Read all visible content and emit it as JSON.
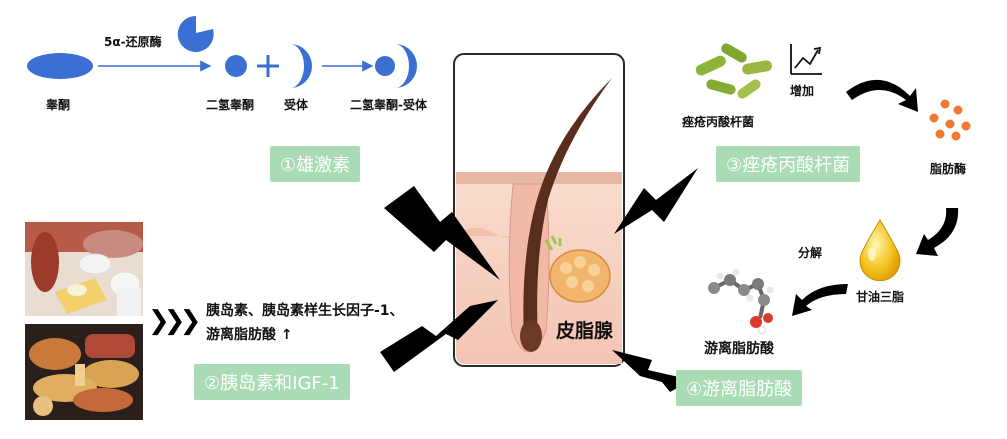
{
  "top_path": {
    "enzyme": "5α-还原酶",
    "testosterone": "睾酮",
    "dht": "二氢睾酮",
    "receptor": "受体",
    "complex": "二氢睾酮-受体",
    "plus": "+"
  },
  "acne_path": {
    "bacteria": "痤疮丙酸杆菌",
    "increase": "增加",
    "lipase": "脂肪酶",
    "triglyceride": "甘油三脂",
    "decompose": "分解",
    "ffa": "游离脂肪酸"
  },
  "insulin_text": {
    "line1": "胰岛素、胰岛素样生长因子-1、",
    "line2": "游离脂肪酸 ↑"
  },
  "sebaceous_gland": "皮脂腺",
  "factors": {
    "f1": "①雄激素",
    "f2": "②胰岛素和IGF-1",
    "f3": "③痤疮丙酸杆菌",
    "f4": "④游离脂肪酸"
  },
  "chevrons": "❯❯❯",
  "colors": {
    "blue": "#3b6fd4",
    "tag_green": "#a9dcb5",
    "skin": "#f6d1c4",
    "hair": "#5a2e1c",
    "gland": "#f2b56b",
    "bacteria_green": "#8fb43a",
    "enzyme_orange": "#f07a32",
    "oil_gold": "#f2c21e"
  }
}
